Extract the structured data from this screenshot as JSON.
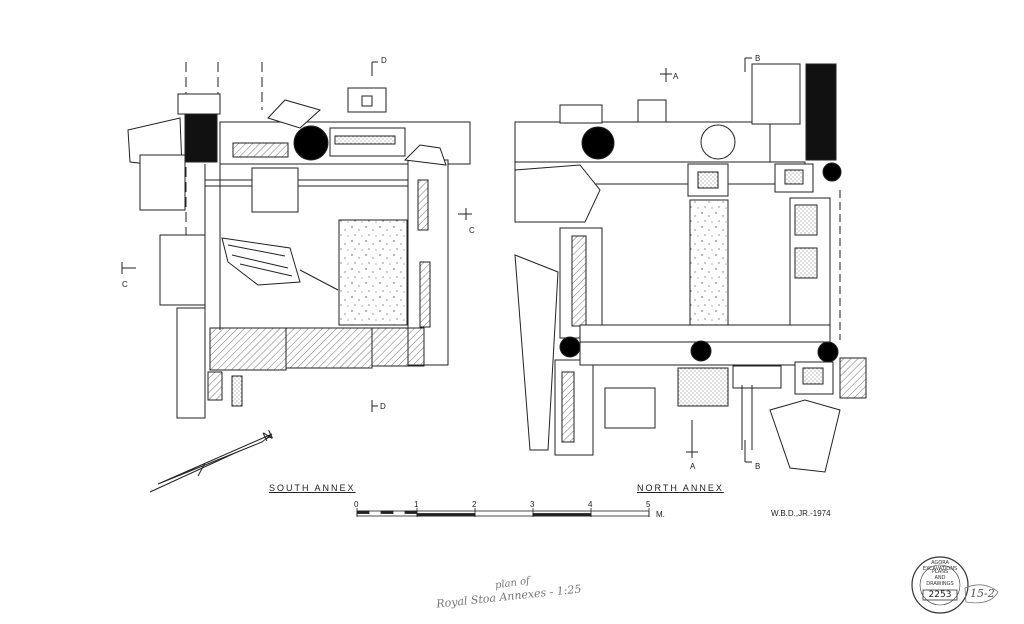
{
  "annexes": {
    "south": "SOUTH ANNEX",
    "north": "NORTH ANNEX"
  },
  "section_markers": {
    "A": "A",
    "B": "B",
    "C": "C",
    "D": "D"
  },
  "scale_bar": {
    "ticks": [
      "0",
      "1",
      "2",
      "3",
      "4",
      "5"
    ],
    "unit": "M."
  },
  "credit": "W.B.D.,JR.-1974",
  "handwritten": {
    "note_top": "plan of",
    "note_bottom": "Royal Stoa Annexes - 1:25",
    "sheet_no": "15-2"
  },
  "stamp": {
    "ring": "AGORA EXCAVATIONS",
    "line1": "PLANS",
    "line2": "AND",
    "line3": "DRAWINGS",
    "number": "2253"
  },
  "north_arrow": "N"
}
